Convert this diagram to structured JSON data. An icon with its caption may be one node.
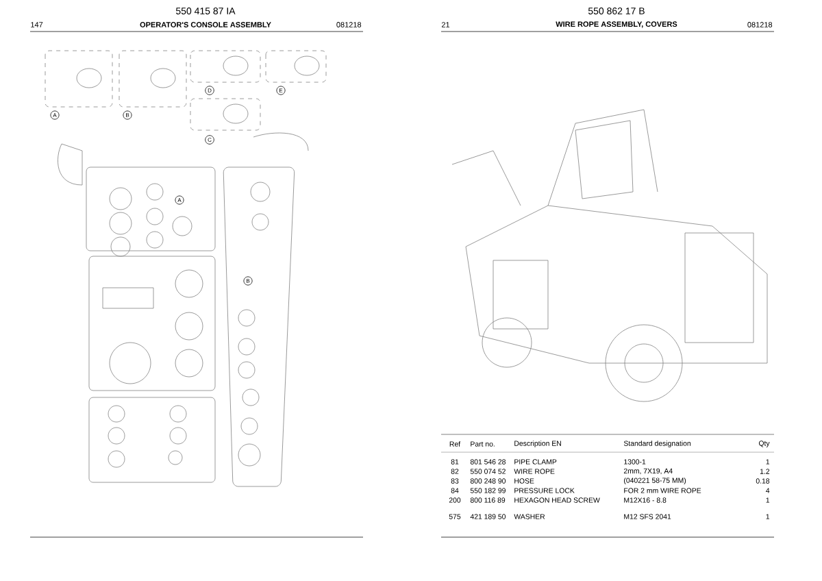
{
  "diagram": {
    "labels": [
      "147",
      "550 415 87 IA",
      "OPERATOR'S CONSOLE ASSEMBLY",
      "081218",
      "A",
      "B",
      "D",
      "E",
      "C",
      "A",
      "B",
      "21",
      "550 862 17 B",
      "WIRE ROPE ASSEMBLY, COVERS",
      "081218",
      "Ref",
      "Part no.",
      "Description EN",
      "Standard designation",
      "Qty",
      "81",
      "801 546 28",
      "PIPE CLAMP",
      "1300-1",
      "1",
      "82",
      "550 074 52",
      "WIRE ROPE",
      "2mm, 7X19, A4",
      "1.2",
      "83",
      "800 248 90",
      "HOSE",
      "(040221 58-75 MM)",
      "0.18",
      "84",
      "550 182 99",
      "PRESSURE LOCK",
      "FOR 2 mm WIRE ROPE",
      "4",
      "200",
      "800 116 89",
      "HEXAGON HEAD SCREW",
      "M12X16 - 8.8",
      "1",
      "575",
      "421 189 50",
      "WASHER",
      "M12 SFS 2041",
      "1"
    ]
  }
}
